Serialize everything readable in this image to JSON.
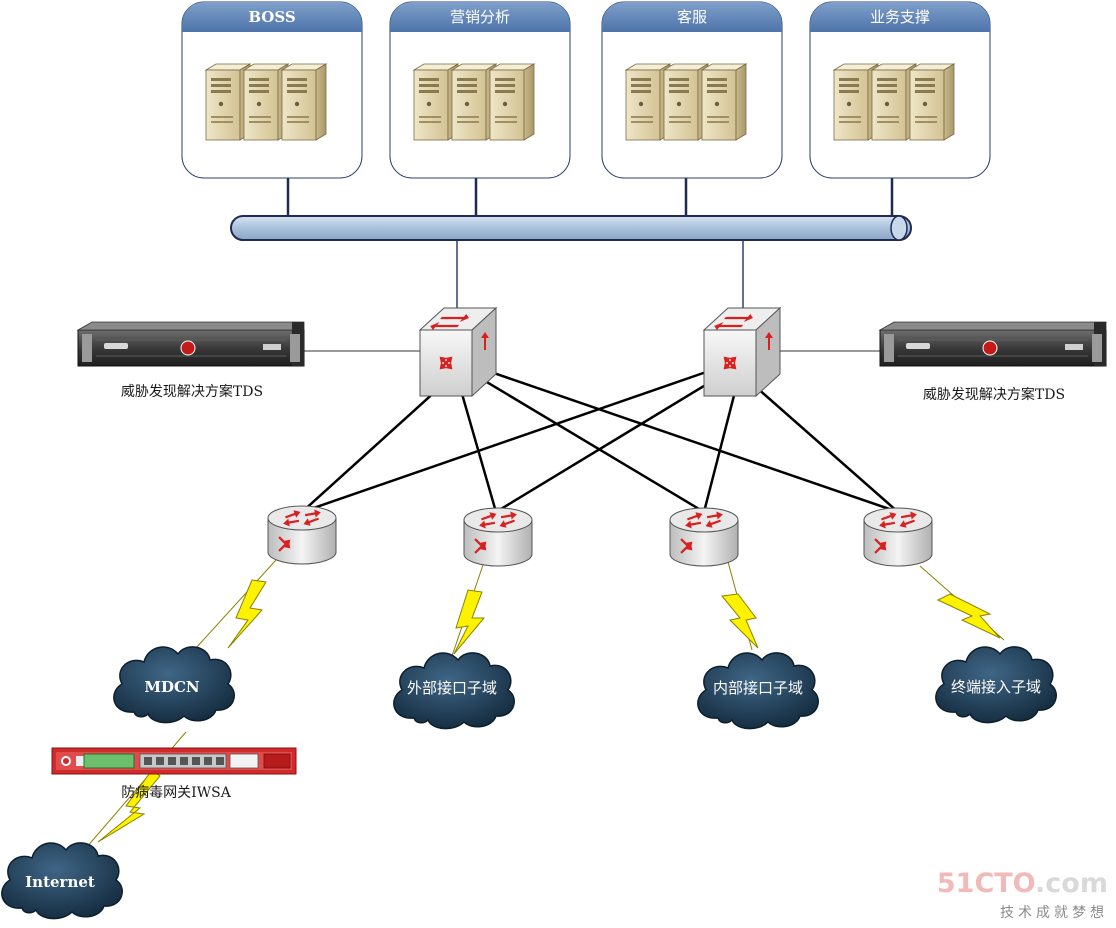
{
  "service_groups": [
    {
      "id": "boss",
      "label": "BOSS",
      "icon": "server-cluster-icon"
    },
    {
      "id": "marketing",
      "label": "营销分析",
      "icon": "server-cluster-icon"
    },
    {
      "id": "customer-service",
      "label": "客服",
      "icon": "server-cluster-icon"
    },
    {
      "id": "business-support",
      "label": "业务支撑",
      "icon": "server-cluster-icon"
    }
  ],
  "tds_appliances": [
    {
      "label": "威胁发现解决方案TDS",
      "icon": "rack-appliance-icon"
    },
    {
      "label": "威胁发现解决方案TDS",
      "icon": "rack-appliance-icon"
    }
  ],
  "clouds": [
    {
      "id": "mdcn",
      "label": "MDCN"
    },
    {
      "id": "external",
      "label": "外部接口子域"
    },
    {
      "id": "internal",
      "label": "内部接口子域"
    },
    {
      "id": "terminal",
      "label": "终端接入子域"
    },
    {
      "id": "internet",
      "label": "Internet"
    }
  ],
  "gateway": {
    "label": "防病毒网关IWSA",
    "icon": "gateway-appliance-icon"
  },
  "watermark": {
    "logo_prefix": "51CTO",
    "logo_suffix": ".com",
    "slogan": "技术成就梦想"
  },
  "colors": {
    "service_header": "#5b82b8",
    "bus_fill": "#b7cde2",
    "cloud": "#1f3e57",
    "lightning": "#fff200",
    "arrow_red": "#d91f1f",
    "line": "#000000",
    "link_blue": "#2f3f6f"
  }
}
